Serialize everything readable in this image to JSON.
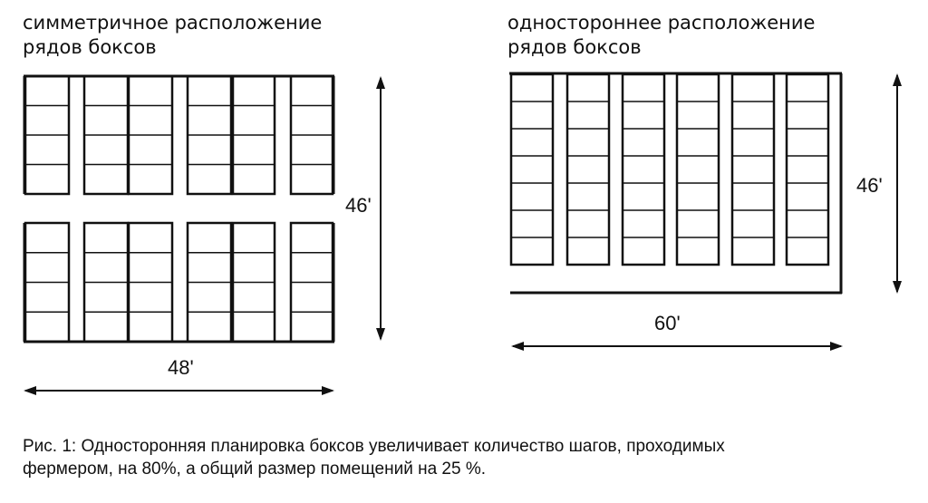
{
  "left_layout": {
    "title_line1": "симметричное расположение",
    "title_line2": "рядов боксов",
    "height_label": "46'",
    "width_label": "48'"
  },
  "right_layout": {
    "title_line1": "одностороннее расположение",
    "title_line2": "рядов боксов",
    "height_label": "46'",
    "width_label": "60'"
  },
  "caption": {
    "line1": "Рис. 1: Односторонняя планировка боксов увеличивает количество шагов, проходимых",
    "line2": "фермером, на 80%, а общий размер помещений на 25 %."
  }
}
